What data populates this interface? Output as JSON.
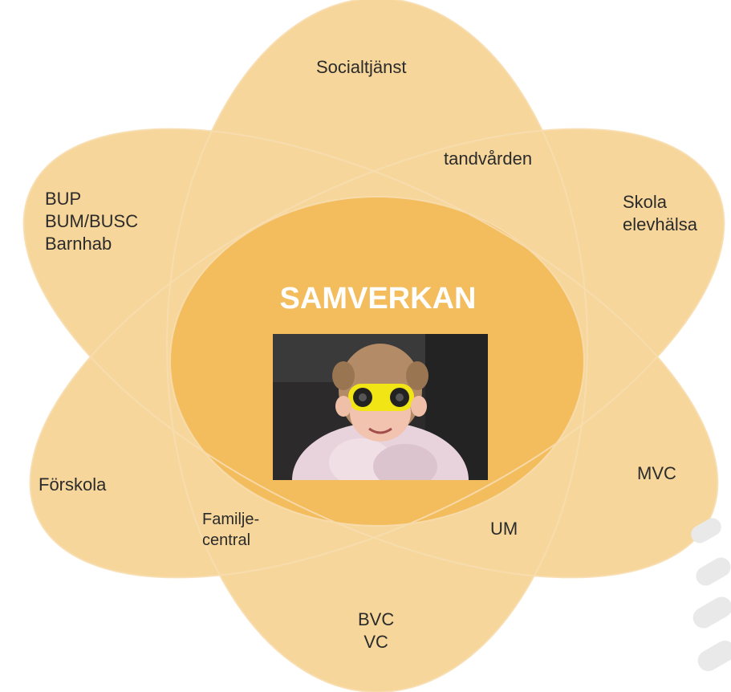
{
  "diagram": {
    "center_title": "SAMVERKAN",
    "petal_color": "#f0b549",
    "center_color": "#efa21f",
    "labels": {
      "top": "Socialtjänst",
      "top_right_inner": "tandvården",
      "upper_left": "BUP\nBUM/BUSC\nBarnhab",
      "upper_right": "Skola\nelevhälsa",
      "left": "Förskola",
      "right": "MVC",
      "bottom_left_inner": "Familje-\ncentral",
      "bottom_right_inner": "UM",
      "bottom": "BVC\nVC"
    },
    "photo": {
      "subject": "child looking through yellow binoculars"
    }
  }
}
